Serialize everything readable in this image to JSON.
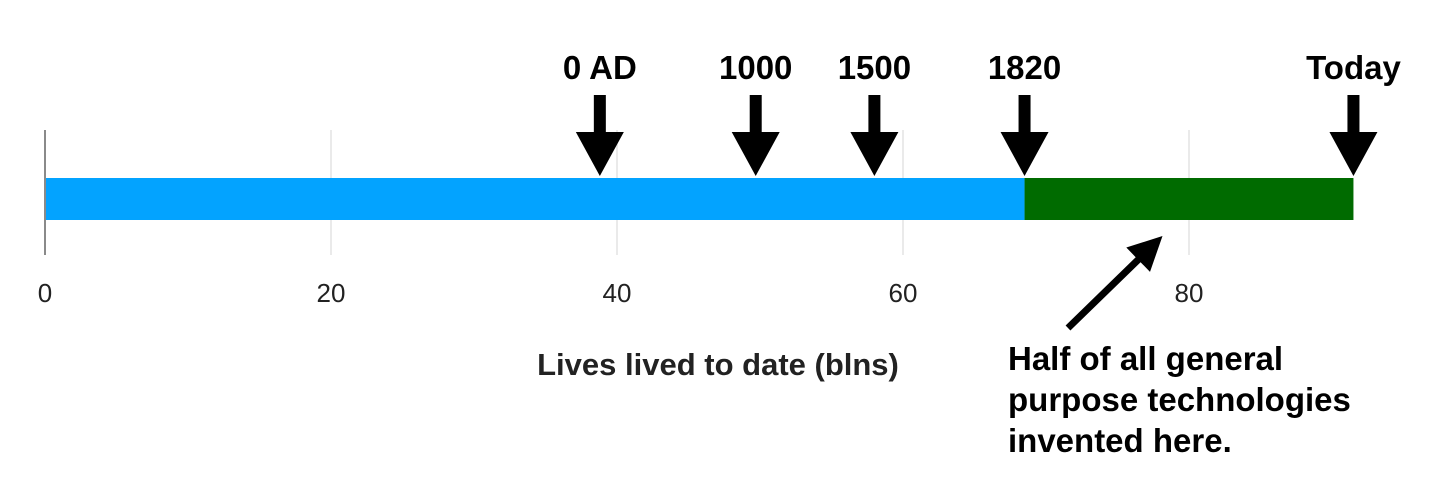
{
  "chart_data": {
    "type": "bar",
    "orientation": "horizontal-stacked",
    "xlabel": "Lives lived to date (blns)",
    "xlim": [
      0,
      92
    ],
    "xticks": [
      0,
      20,
      40,
      60,
      80
    ],
    "grid": true,
    "series": [
      {
        "value_start": 0,
        "value_end": 68.5,
        "color": "#03a3ff"
      },
      {
        "value_start": 68.5,
        "value_end": 91.5,
        "color": "#006b00"
      }
    ],
    "markers": [
      {
        "label": "0 AD",
        "value": 38.8
      },
      {
        "label": "1000",
        "value": 49.7
      },
      {
        "label": "1500",
        "value": 58.0
      },
      {
        "label": "1820",
        "value": 68.5
      },
      {
        "label": "Today",
        "value": 91.5
      }
    ],
    "annotation": {
      "lines": [
        "Half of all general",
        "purpose technologies",
        "invented here."
      ],
      "points_to_value": 75
    }
  }
}
